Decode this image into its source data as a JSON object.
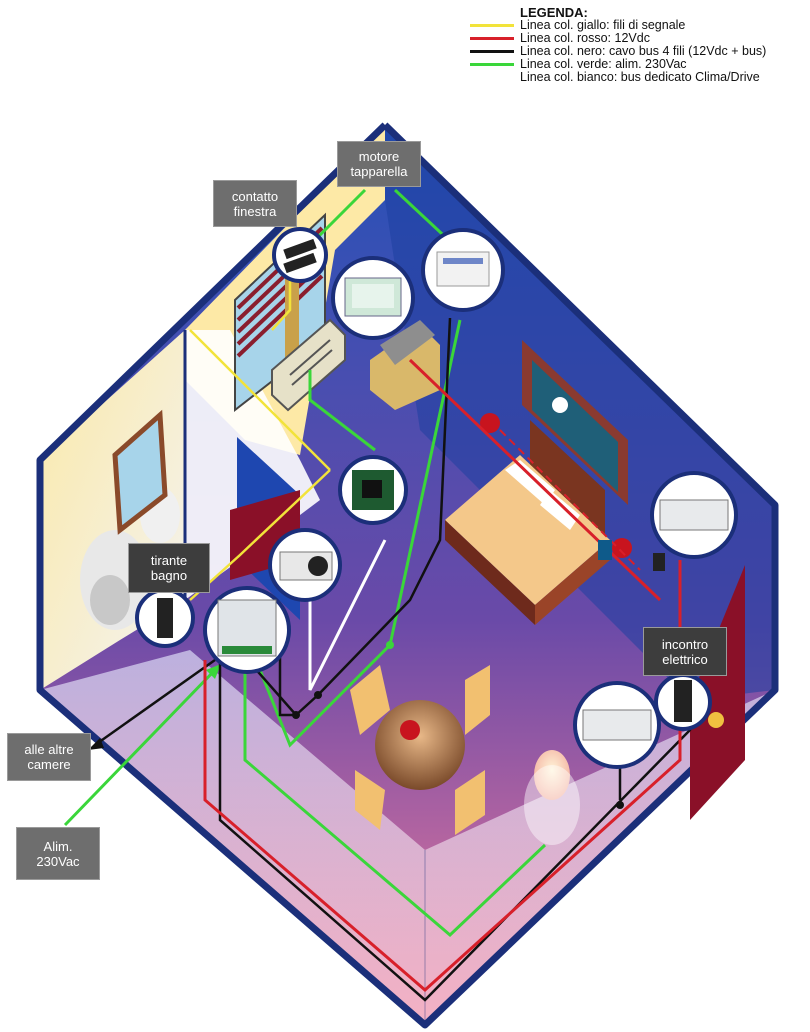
{
  "legend": {
    "title": "LEGENDA:",
    "items": [
      {
        "label": "Linea col. giallo: fili di segnale",
        "color": "#f2e33a"
      },
      {
        "label": "Linea col. rosso: 12Vdc",
        "color": "#d8202a"
      },
      {
        "label": "Linea col. nero: cavo bus 4 fili (12Vdc + bus)",
        "color": "#111111"
      },
      {
        "label": "Linea col. verde: alim. 230Vac",
        "color": "#3ad63a"
      },
      {
        "label": "Linea col. bianco: bus dedicato Clima/Drive",
        "color": "none"
      }
    ]
  },
  "labels": {
    "motore": "motore\ntapparella",
    "contatto": "contatto\nfinestra",
    "tirante": "tirante\nbagno",
    "incontro": "incontro\nelettrico",
    "altre_camere": "alle altre\ncamere",
    "alim": "Alim.\n230Vac"
  },
  "colors": {
    "wall_outline": "#1b2f7a",
    "yellow": "#f2e33a",
    "red": "#d8202a",
    "black": "#111111",
    "green": "#3ad63a",
    "white": "#ffffff",
    "floor_blue": "#2a5bb0",
    "floor_pink": "#e07aa0",
    "door": "#8a1028"
  }
}
